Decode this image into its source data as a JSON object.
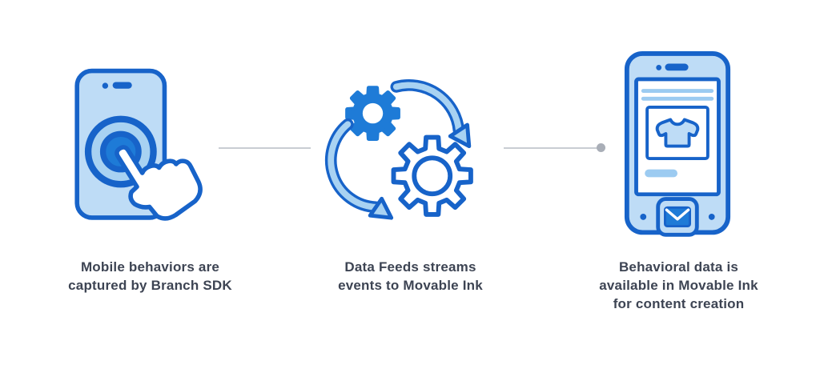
{
  "diagram": {
    "background": "#ffffff",
    "colors": {
      "outline_blue": "#1763c9",
      "light_blue_fill": "#bedcf6",
      "bright_blue_fill": "#1e7bd7",
      "arrow_fill": "#a8d2f2",
      "connector_line": "#c9cdd3",
      "connector_dot": "#a9aeb7",
      "text": "#3d4453"
    },
    "steps": [
      {
        "id": "mobile-capture",
        "icon": "phone-tap-icon",
        "lines": [
          "Mobile behaviors are",
          "captured by Branch SDK"
        ]
      },
      {
        "id": "data-feeds",
        "icon": "gears-sync-icon",
        "lines": [
          "Data Feeds streams",
          "events to Movable Ink"
        ]
      },
      {
        "id": "movable-ink-content",
        "icon": "phone-content-email-icon",
        "lines": [
          "Behavioral data is",
          "available in Movable Ink",
          "for content creation"
        ]
      }
    ]
  }
}
